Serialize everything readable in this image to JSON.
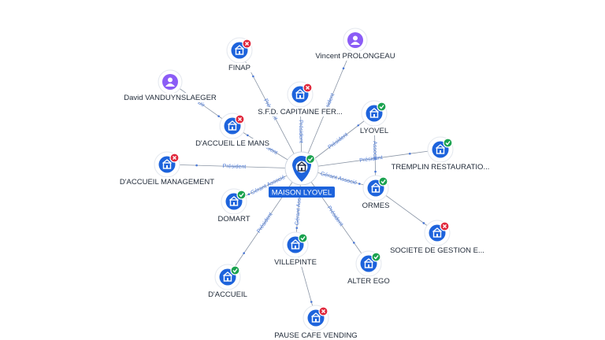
{
  "graph": {
    "center": {
      "label": "MAISON LYOVEL",
      "status": "active",
      "icon": "company-icon"
    },
    "companies": [
      {
        "id": "finap",
        "label": "FINAP",
        "status": "closed"
      },
      {
        "id": "sfd",
        "label": "S.F.D. CAPITAINE FER...",
        "status": "closed"
      },
      {
        "id": "accueil-le-mans",
        "label": "D'ACCUEIL LE MANS",
        "status": "closed"
      },
      {
        "id": "accueil-management",
        "label": "D'ACCUEIL MANAGEMENT",
        "status": "closed"
      },
      {
        "id": "domart",
        "label": "DOMART",
        "status": "active"
      },
      {
        "id": "accueil",
        "label": "D'ACCUEIL",
        "status": "active"
      },
      {
        "id": "villepinte",
        "label": "VILLEPINTE",
        "status": "active"
      },
      {
        "id": "pause-cafe",
        "label": "PAUSE CAFE VENDING",
        "status": "closed"
      },
      {
        "id": "alter-ego",
        "label": "ALTER EGO",
        "status": "active"
      },
      {
        "id": "societe-gestion",
        "label": "SOCIETE DE GESTION E...",
        "status": "closed"
      },
      {
        "id": "ormes",
        "label": "ORMES",
        "status": "active"
      },
      {
        "id": "tremplin",
        "label": "TREMPLIN RESTAURATIO...",
        "status": "active"
      },
      {
        "id": "lyovel",
        "label": "LYOVEL",
        "status": "active"
      }
    ],
    "persons": [
      {
        "id": "vincent",
        "label": "Vincent PROLONGEAU"
      },
      {
        "id": "david",
        "label": "David VANDUYNSLAEGER"
      }
    ],
    "edges": [
      {
        "from": "center",
        "to": "finap",
        "label": "Président"
      },
      {
        "from": "center",
        "to": "sfd",
        "label": "Président"
      },
      {
        "from": "center",
        "to": "accueil-le-mans",
        "label": "Président"
      },
      {
        "from": "center",
        "to": "accueil-management",
        "label": "Président"
      },
      {
        "from": "center",
        "to": "domart",
        "label": "Gérant Associé"
      },
      {
        "from": "center",
        "to": "accueil",
        "label": "Président"
      },
      {
        "from": "center",
        "to": "villepinte",
        "label": "Gérant Associé"
      },
      {
        "from": "center",
        "to": "alter-ego",
        "label": "Président"
      },
      {
        "from": "center",
        "to": "ormes",
        "label": "Gérant Associé"
      },
      {
        "from": "center",
        "to": "tremplin",
        "label": "Président"
      },
      {
        "from": "center",
        "to": "lyovel",
        "label": "Président"
      },
      {
        "from": "center",
        "to": "vincent",
        "label": "Président"
      },
      {
        "from": "lyovel",
        "to": "ormes",
        "label": "Associé"
      },
      {
        "from": "david",
        "to": "accueil-le-mans",
        "label": "Dir"
      },
      {
        "from": "ormes",
        "to": "societe-gestion",
        "label": ""
      },
      {
        "from": "villepinte",
        "to": "pause-cafe",
        "label": ""
      }
    ]
  },
  "colors": {
    "company_blue": "#1d63dc",
    "person_purple": "#8b5cf6",
    "active_green": "#1aa24f",
    "closed_red": "#e0283c",
    "edge_gray": "#8a95a5",
    "edge_label_blue": "#4a78d6"
  }
}
